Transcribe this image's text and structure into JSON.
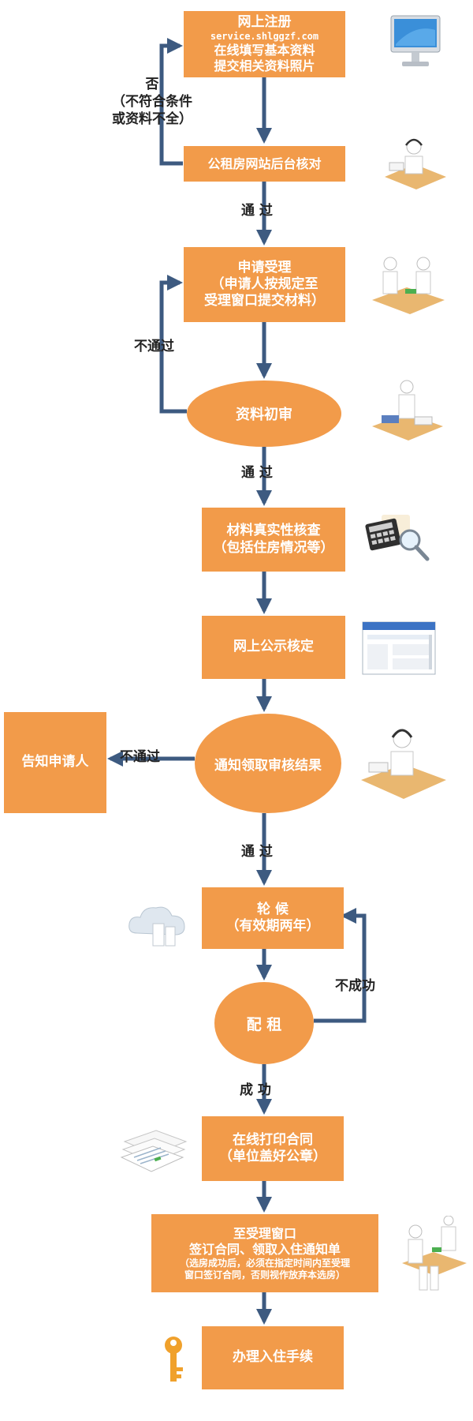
{
  "colors": {
    "box": "#f29b4a",
    "arrow": "#3d5a80",
    "text_on_box": "#ffffff"
  },
  "steps": {
    "register": {
      "title": "网上注册",
      "url": "service.shlggzf.com",
      "line2": "在线填写基本资料",
      "line3": "提交相关资料照片"
    },
    "backend_check": {
      "label": "公租房网站后台核对"
    },
    "apply": {
      "line1": "申请受理",
      "line2": "（申请人按规定至",
      "line3": "受理窗口提交材料）"
    },
    "initial_review": {
      "label": "资料初审"
    },
    "verify": {
      "line1": "材料真实性核查",
      "line2": "（包括住房情况等）"
    },
    "publicity": {
      "label": "网上公示核定"
    },
    "notify_result": {
      "label": "通知领取审核结果"
    },
    "inform_applicant": {
      "label": "告知申请人"
    },
    "waiting": {
      "line1": "轮  候",
      "line2": "（有效期两年）"
    },
    "allocation": {
      "label": "配  租"
    },
    "print_contract": {
      "line1": "在线打印合同",
      "line2": "（单位盖好公章）"
    },
    "sign": {
      "line1": "至受理窗口",
      "line2": "签订合同、领取入住通知单",
      "line3": "（选房成功后，必须在指定时间内至受理",
      "line4": "窗口签订合同，否则视作放弃本选房）"
    },
    "move_in": {
      "label": "办理入住手续"
    }
  },
  "edges": {
    "no_incomplete": {
      "line1": "否",
      "line2": "（不符合条件",
      "line3": "或资料不全）"
    },
    "pass_1": "通  过",
    "fail_1": "不通过",
    "pass_2": "通  过",
    "fail_2": "不通过",
    "pass_3": "通  过",
    "unsuccessful": "不成功",
    "success": "成  功"
  },
  "icons": [
    "computer-monitor-icon",
    "customer-service-icon",
    "service-counter-icon",
    "document-review-icon",
    "calculator-magnifier-icon",
    "browser-window-icon",
    "customer-service-icon",
    "cloud-server-icon",
    "printed-documents-icon",
    "handshake-counter-icon",
    "key-icon"
  ]
}
